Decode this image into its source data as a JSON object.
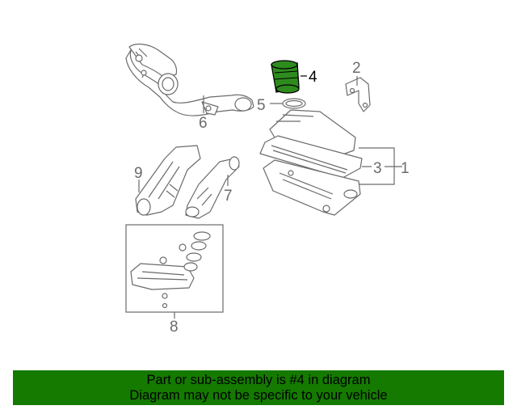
{
  "callouts": {
    "c1": "1",
    "c2": "2",
    "c3": "3",
    "c4": "4",
    "c5": "5",
    "c6": "6",
    "c7": "7",
    "c8": "8",
    "c9": "9"
  },
  "banner": {
    "line1": "Part or sub-assembly is #4 in diagram",
    "line2": "Diagram may not be specific to your vehicle"
  },
  "colors": {
    "highlight_part": "#2e8b1e",
    "banner_bg": "#147a00",
    "line": "#6b6b6b"
  }
}
